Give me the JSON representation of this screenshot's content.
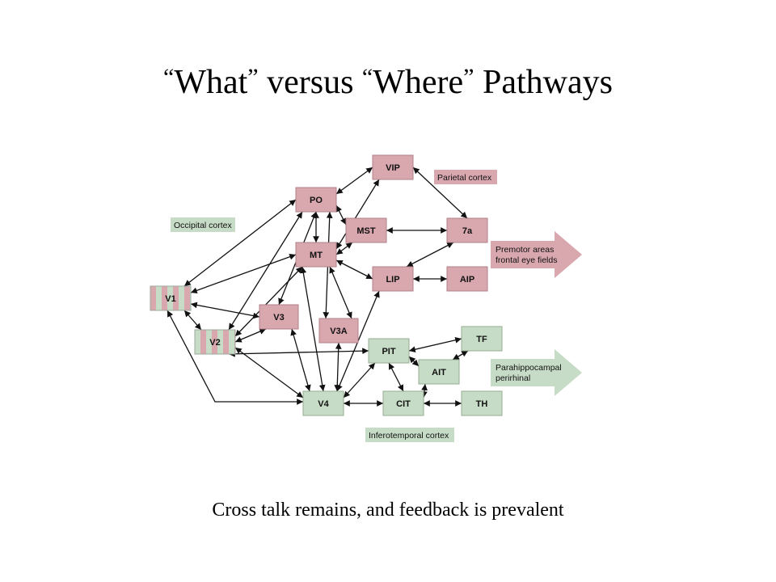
{
  "slide": {
    "title_open_quote_1": "“",
    "title_what": "What",
    "title_close_quote_1": "”",
    "title_versus": " versus ",
    "title_open_quote_2": "“",
    "title_where": "Where",
    "title_close_quote_2": "”",
    "title_pathways": " Pathways",
    "caption": "Cross talk remains, and feedback is prevalent"
  },
  "diagram": {
    "colors": {
      "dorsal_fill": "#d9a7ae",
      "dorsal_stroke": "#b0808a",
      "ventral_fill": "#c7dcc6",
      "ventral_stroke": "#94ad92",
      "stripe_pink": "#d9a7ae",
      "stripe_green": "#c7dcc6",
      "edge": "#111111"
    },
    "nodes": {
      "VIP": "VIP",
      "PO": "PO",
      "MST": "MST",
      "7a": "7a",
      "MT": "MT",
      "LIP": "LIP",
      "AIP": "AIP",
      "V1": "V1",
      "V3": "V3",
      "V2": "V2",
      "V3A": "V3A",
      "PIT": "PIT",
      "TF": "TF",
      "AIT": "AIT",
      "V4": "V4",
      "CIT": "CIT",
      "TH": "TH"
    },
    "regions": {
      "parietal": "Parietal cortex",
      "occipital": "Occipital cortex",
      "inferotemporal": "Inferotemporal cortex"
    },
    "outputs": {
      "premotor_line1": "Premotor areas",
      "premotor_line2": "frontal eye fields",
      "parahippo_line1": "Parahippocampal",
      "parahippo_line2": "perirhinal"
    }
  }
}
